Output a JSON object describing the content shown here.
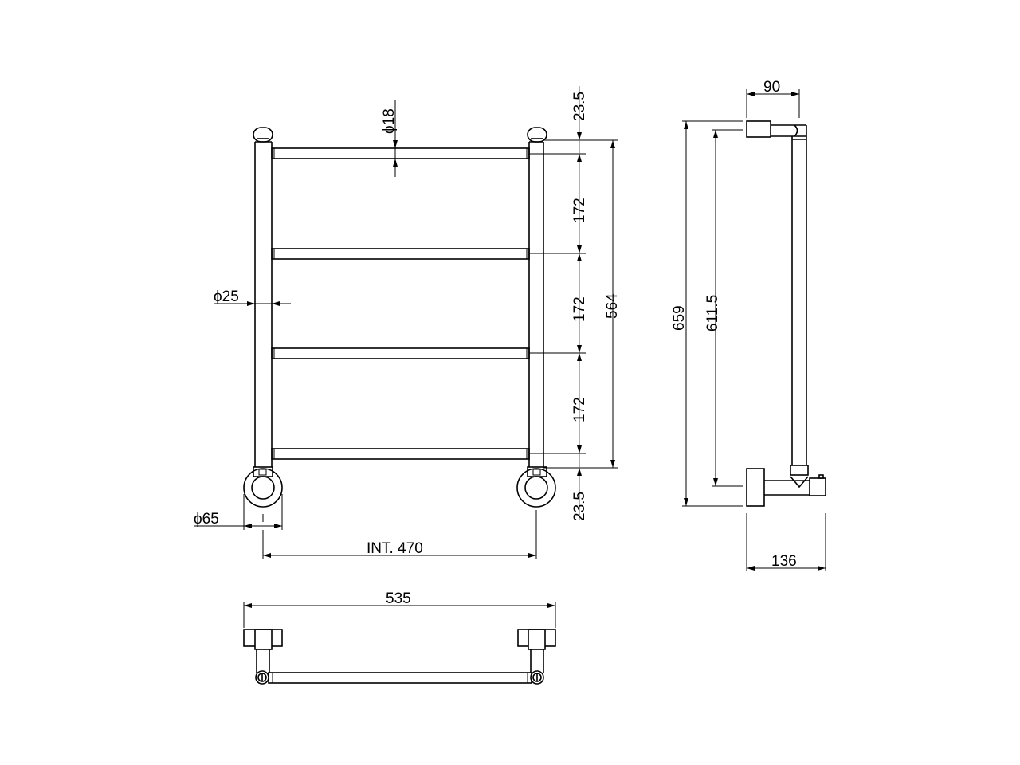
{
  "drawing": {
    "title": "Towel rail technical drawing",
    "views": [
      "front",
      "side",
      "top"
    ],
    "units": "mm",
    "line_color": "#000000",
    "background": "#ffffff"
  },
  "dimensions": {
    "rail_diameter": "ϕ18",
    "post_diameter": "ϕ25",
    "base_diameter": "ϕ65",
    "top_offset": "23.5",
    "bottom_offset": "23.5",
    "spacing_1": "172",
    "spacing_2": "172",
    "spacing_3": "172",
    "rails_height": "564",
    "interior_width": "INT. 470",
    "overall_width": "535",
    "side_top_depth": "90",
    "side_bottom_depth": "136",
    "overall_height": "659",
    "mount_height": "611.5"
  }
}
